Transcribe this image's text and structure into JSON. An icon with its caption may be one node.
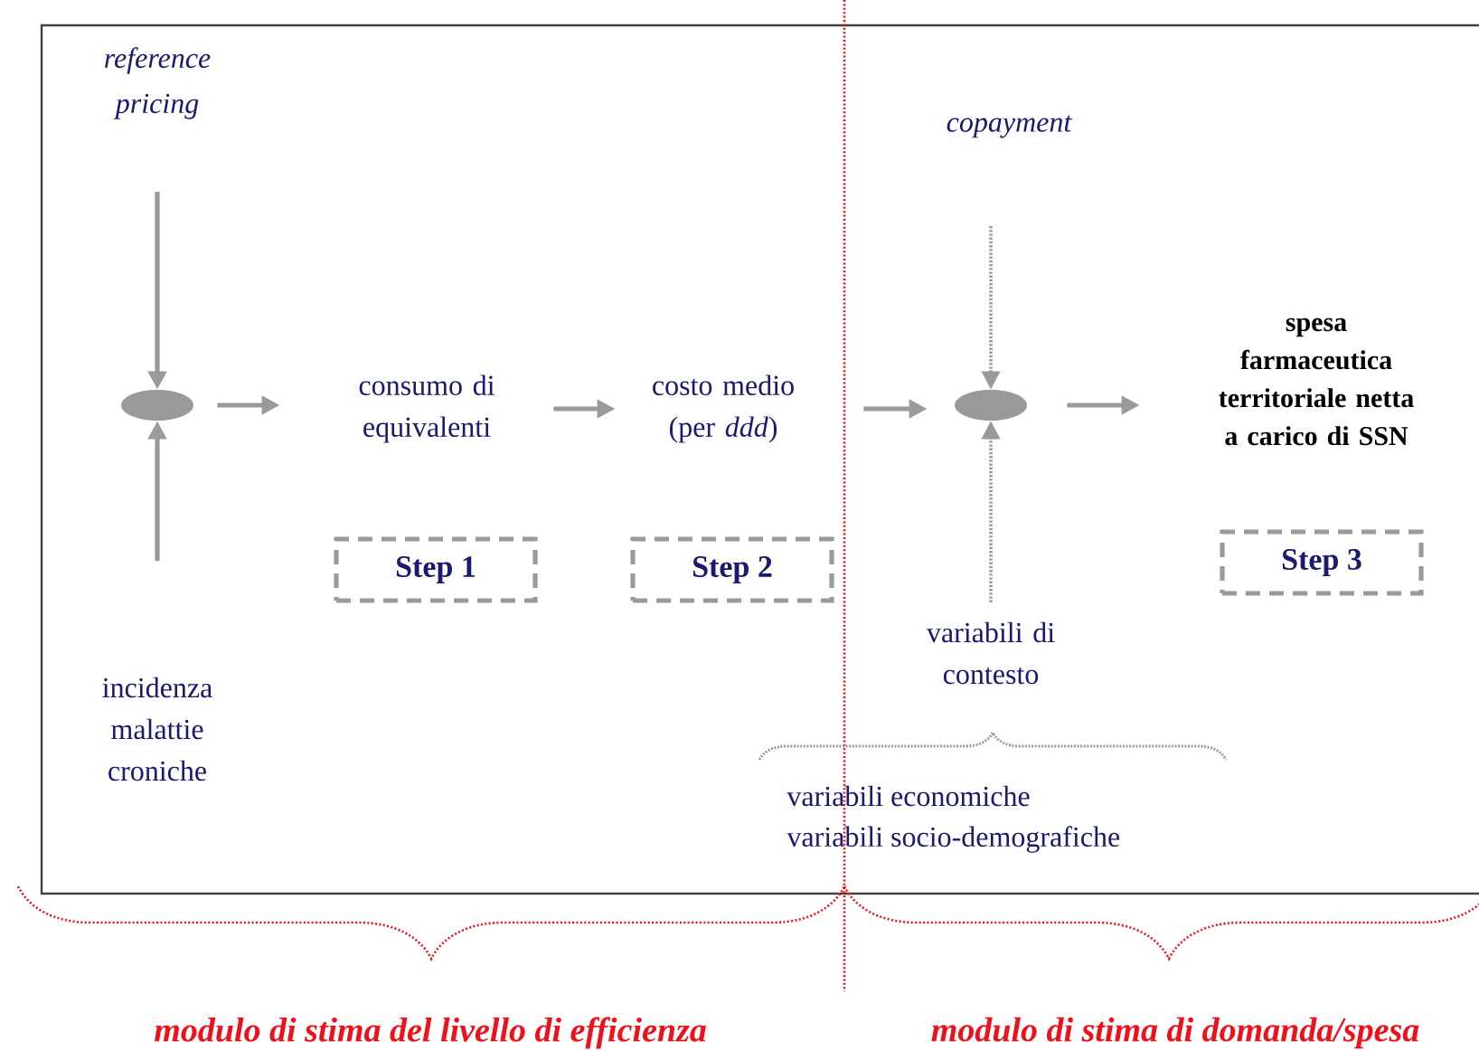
{
  "diagram": {
    "nodes": [
      {
        "text": [
          "reference pricing"
        ]
      },
      {
        "text": [],
        "shape": "ellipse"
      },
      {
        "text": [
          "incidenza malattie croniche"
        ]
      },
      {
        "text": [
          "consumo di equivalenti"
        ]
      },
      {
        "text": [
          "costo medio (per *ddd*)"
        ]
      },
      {
        "text": [],
        "shape": "ellipse"
      },
      {
        "text": [
          "copayment"
        ]
      },
      {
        "text": [
          "variabili di contesto"
        ]
      },
      {
        "text": [
          "spesa farmaceutica territoriale netta a carico di SSN"
        ]
      },
      {
        "text": [
          "Step 1"
        ]
      },
      {
        "text": [
          "Step 2"
        ]
      },
      {
        "text": [
          "Step 3"
        ]
      }
    ],
    "edges": [
      {
        "from": 0,
        "to": 1,
        "arrow": "to"
      },
      {
        "from": 2,
        "to": 1,
        "arrow": "to"
      },
      {
        "from": 1,
        "to": 3,
        "arrow": "to"
      },
      {
        "from": 3,
        "to": 4,
        "arrow": "to"
      },
      {
        "from": 4,
        "to": 5,
        "arrow": "to"
      },
      {
        "from": 6,
        "to": 5,
        "arrow": "to",
        "style": "dashed"
      },
      {
        "from": 7,
        "to": 5,
        "arrow": "to",
        "style": "dashed"
      },
      {
        "from": 5,
        "to": 8,
        "arrow": "to"
      }
    ],
    "labels": [
      "variabili economiche",
      "variabili socio-demografiche",
      "modulo di stima del livello di efficienza",
      "modulo di stima di domanda/spesa"
    ]
  }
}
